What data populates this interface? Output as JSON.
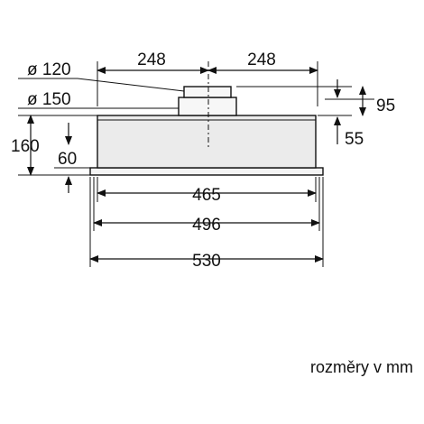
{
  "dimensions": {
    "top_left_half": "248",
    "top_right_half": "248",
    "diameter_120": "ø 120",
    "diameter_150": "ø 150",
    "height_160": "160",
    "height_60": "60",
    "height_95": "95",
    "height_55": "55",
    "width_465": "465",
    "width_496": "496",
    "width_530": "530"
  },
  "caption": "rozměry v mm"
}
